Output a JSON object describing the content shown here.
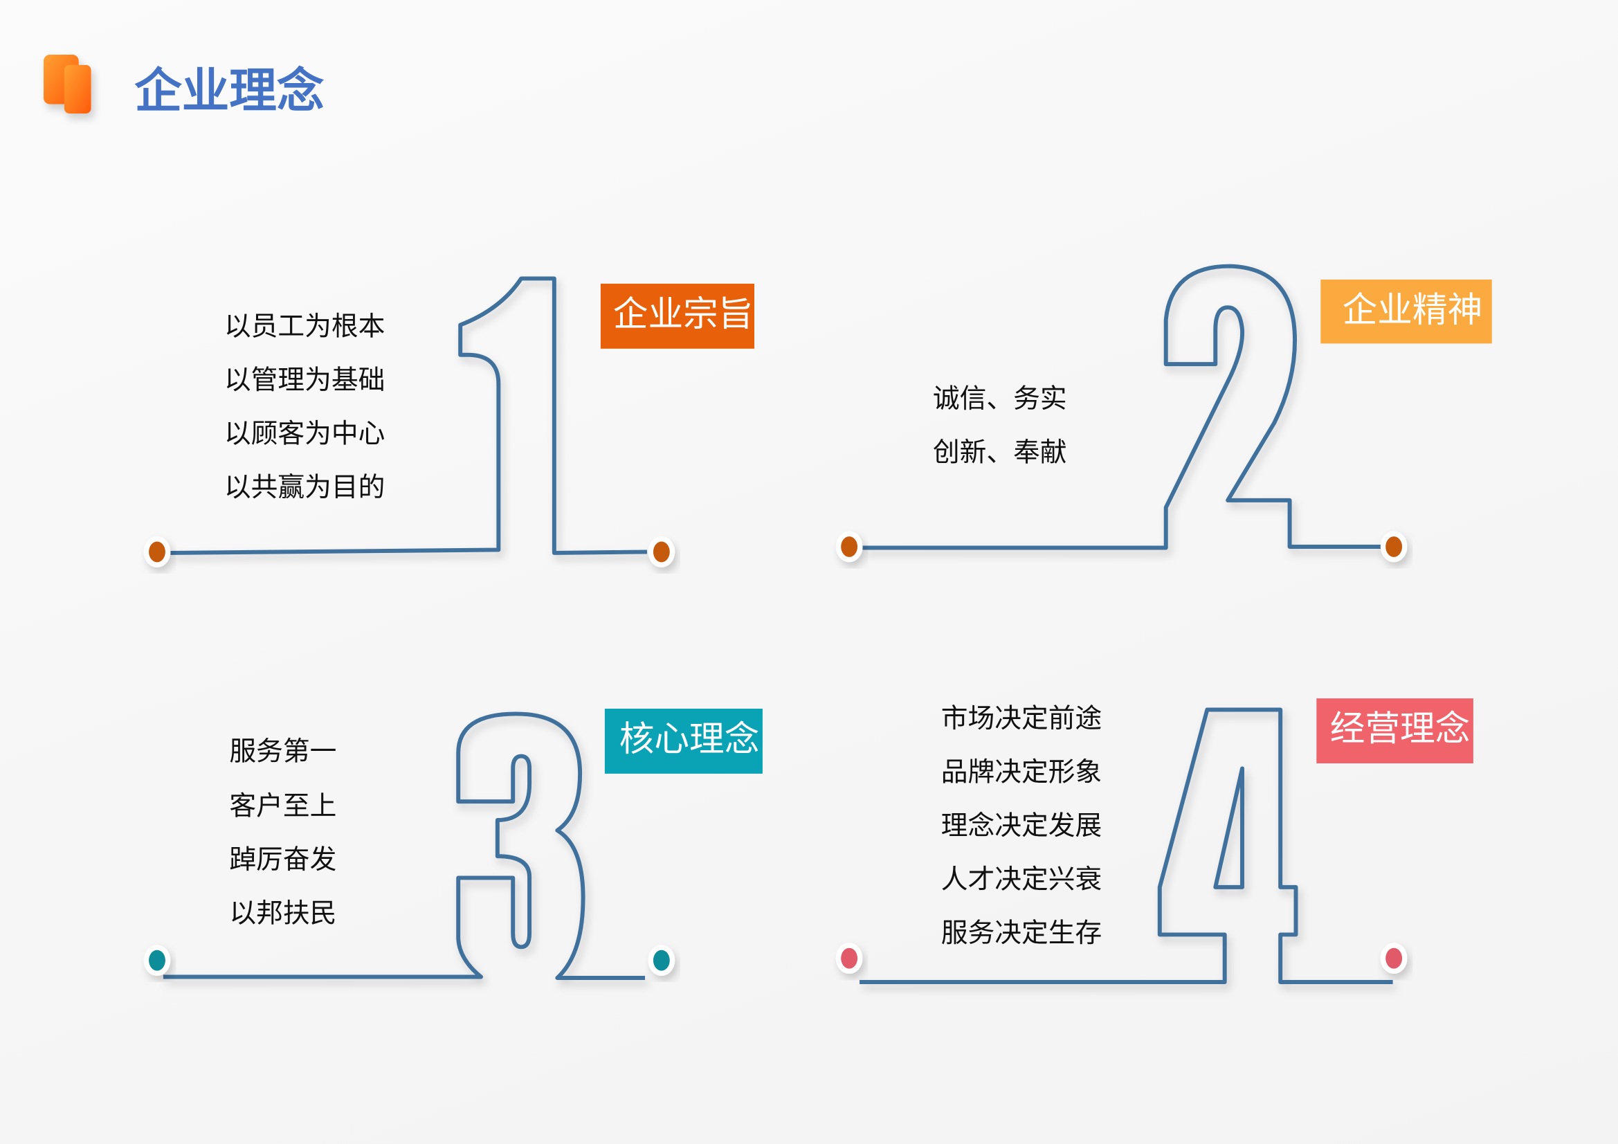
{
  "title": "企业理念",
  "colors": {
    "title": "#4472C4",
    "line": "#41719C",
    "orange": "#E8600A",
    "amber": "#FBAA3F",
    "teal": "#0AA3B5",
    "pink": "#F0636B"
  },
  "sections": [
    {
      "number": "1",
      "label": "企业宗旨",
      "items": [
        "以员工为根本",
        "以管理为基础",
        "以顾客为中心",
        "以共赢为目的"
      ]
    },
    {
      "number": "2",
      "label": "企业精神",
      "items": [
        "诚信、务实",
        "创新、奉献"
      ]
    },
    {
      "number": "3",
      "label": "核心理念",
      "items": [
        "服务第一",
        "客户至上",
        "踔厉奋发",
        "以邦扶民"
      ]
    },
    {
      "number": "4",
      "label": "经营理念",
      "items": [
        "市场决定前途",
        "品牌决定形象",
        "理念决定发展",
        "人才决定兴衰",
        "服务决定生存"
      ]
    }
  ]
}
